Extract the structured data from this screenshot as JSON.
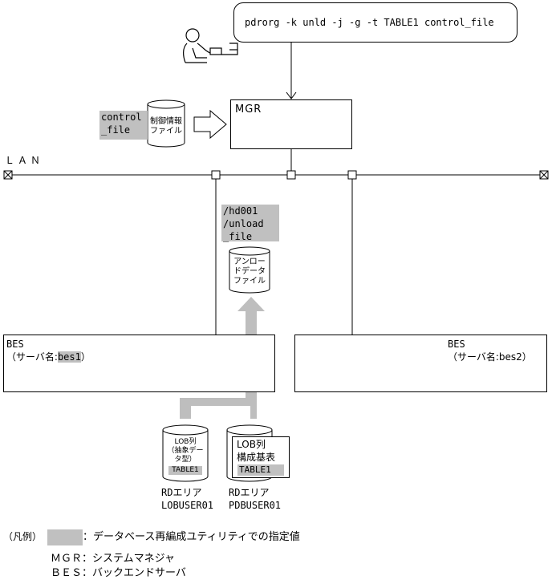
{
  "command": "pdrorg -k unld -j -g -t TABLE1 control_file",
  "control_file_label": [
    "control",
    "_file"
  ],
  "control_info_label": [
    "制御情報",
    "ファイル"
  ],
  "mgr_label": "MGR",
  "lan_label": "ＬＡＮ",
  "unload_path_lines": [
    "/hd001",
    "/unload",
    "_file"
  ],
  "unload_file_label": [
    "アンロー",
    "ドデータ",
    "ファイル"
  ],
  "bes1": {
    "title": "BES",
    "name_prefix": "（サーバ名:",
    "server": "bes1",
    "name_suffix": "）"
  },
  "bes2": {
    "title": "BES",
    "name_line": "（サーバ名:bes2）"
  },
  "lob_disk": {
    "lines": [
      "LOB列",
      "（抽象デー",
      "タ型）"
    ],
    "table": "TABLE1"
  },
  "pd_disk": {
    "lines": [
      "LOB列",
      "構成基表"
    ],
    "table": "TABLE1"
  },
  "rd_area_lob": [
    "RDエリア",
    "LOBUSER01"
  ],
  "rd_area_pd": [
    "RDエリア",
    "PDBUSER01"
  ],
  "legend": {
    "title": "（凡例）",
    "swatch_desc": "：データベース再編成ユティリティでの指定値",
    "mgr_line": "ＭＧＲ：システムマネジャ",
    "bes_line": "ＢＥＳ：バックエンドサーバ"
  },
  "colors": {
    "highlight": "#c0c0c0",
    "arrow_fill": "#bebebe",
    "line": "#000000"
  },
  "icons": [
    "user-at-terminal-icon",
    "block-arrow-icon",
    "disk-cylinder-icon",
    "lan-terminator-icon"
  ]
}
